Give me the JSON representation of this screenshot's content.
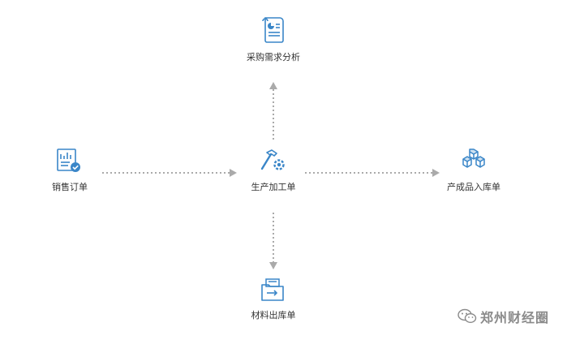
{
  "nodes": {
    "top": {
      "label": "采购需求分析",
      "icon": "document-chart-icon"
    },
    "left": {
      "label": "销售订单",
      "icon": "report-check-icon"
    },
    "center": {
      "label": "生产加工单",
      "icon": "hammer-gear-icon"
    },
    "right": {
      "label": "产成品入库单",
      "icon": "cubes-stack-icon"
    },
    "bottom": {
      "label": "材料出库单",
      "icon": "folder-arrow-icon"
    }
  },
  "watermark": {
    "text": "郑州财经圈",
    "icon": "wechat-icon"
  },
  "colors": {
    "icon": "#3a86c8",
    "arrow": "#aaaaaa",
    "text": "#333333"
  }
}
